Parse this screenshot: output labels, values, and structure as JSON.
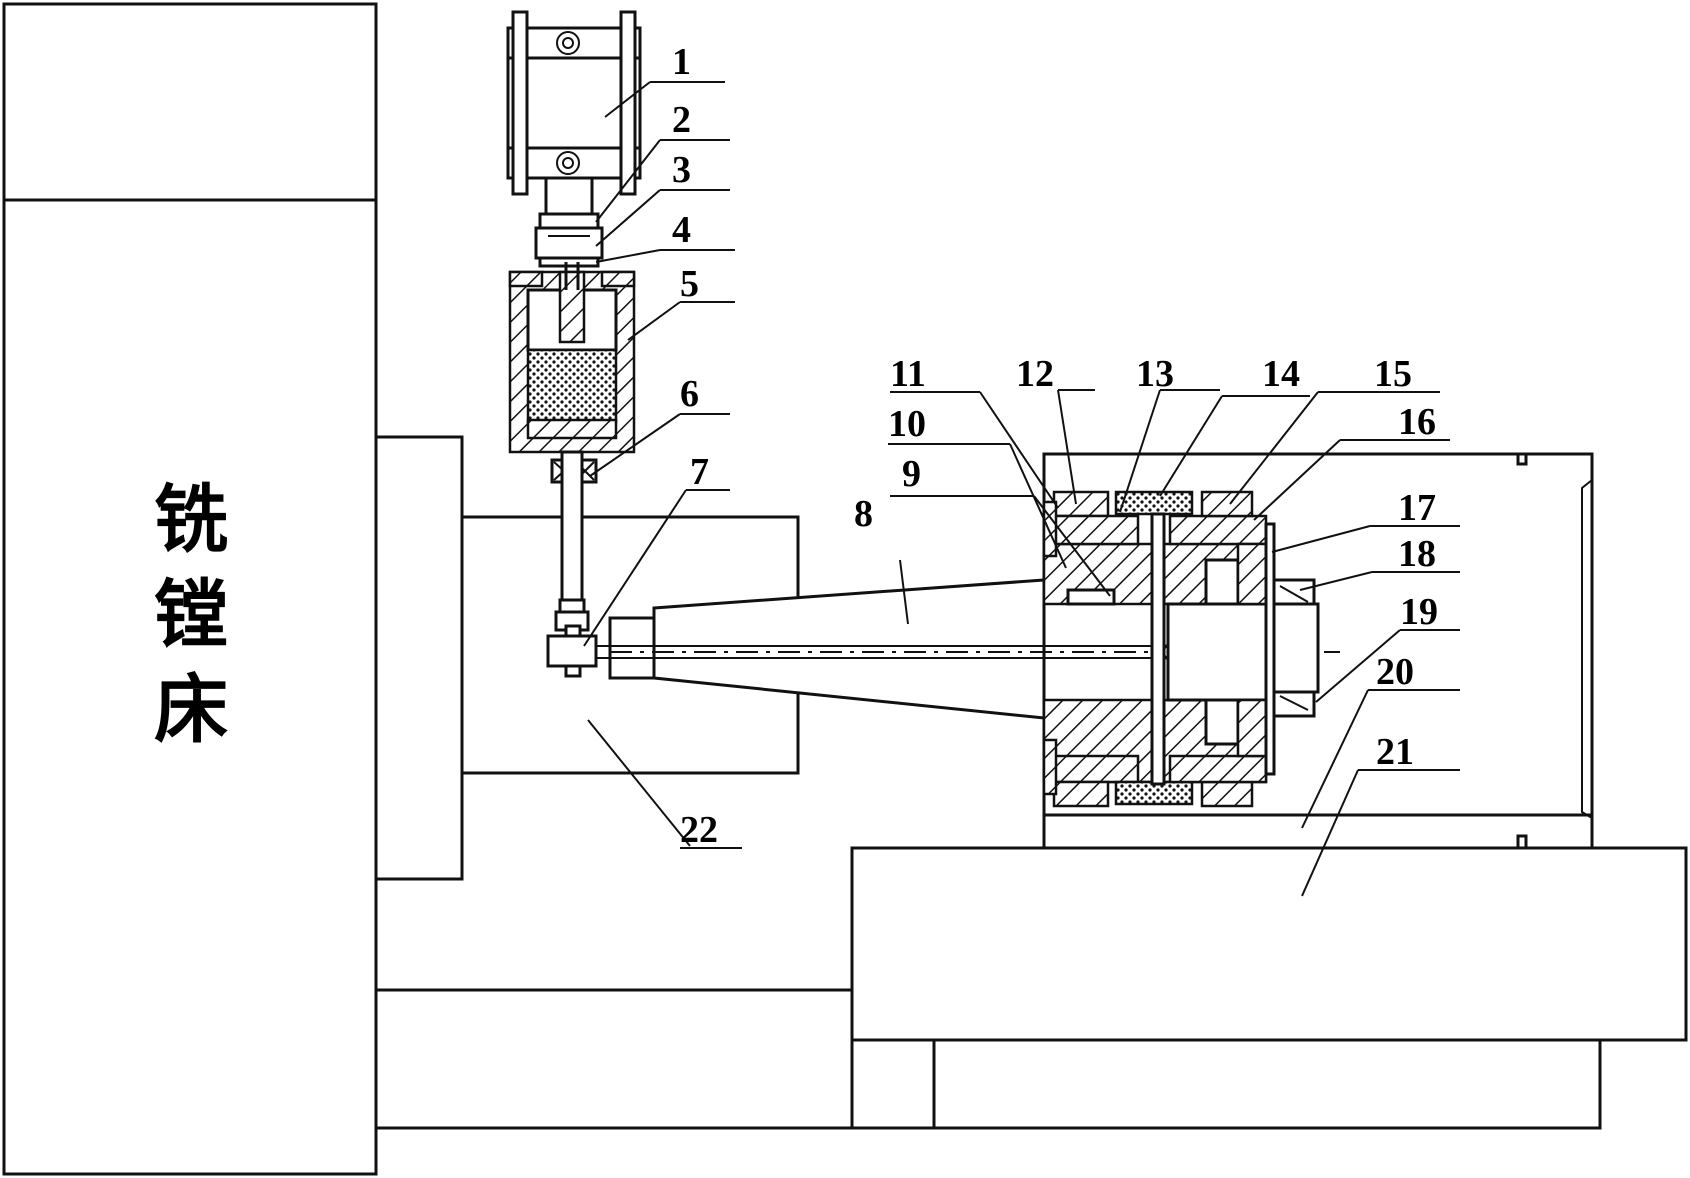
{
  "machine_label": [
    "铣",
    "镗",
    "床"
  ],
  "callouts": [
    "1",
    "2",
    "3",
    "4",
    "5",
    "6",
    "7",
    "8",
    "9",
    "10",
    "11",
    "12",
    "13",
    "14",
    "15",
    "16",
    "17",
    "18",
    "19",
    "20",
    "21",
    "22"
  ]
}
